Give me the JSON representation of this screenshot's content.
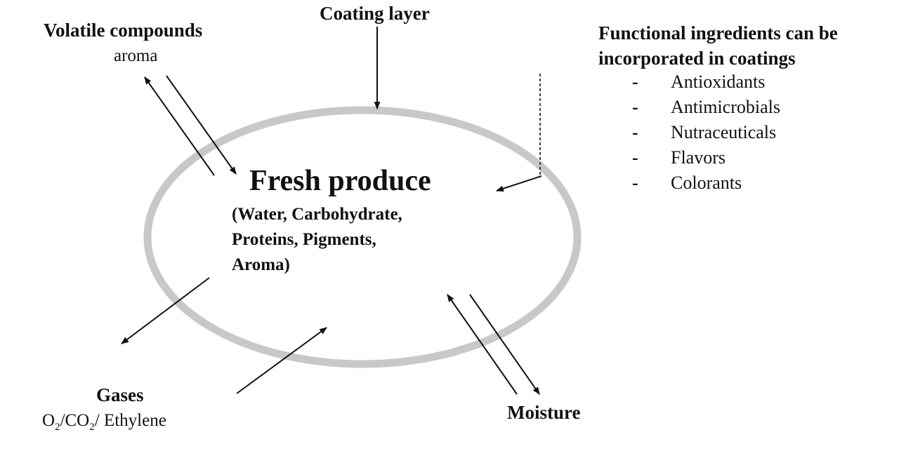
{
  "volatile": {
    "title": "Volatile compounds",
    "subtitle": "aroma"
  },
  "coating": {
    "title": "Coating layer"
  },
  "functional": {
    "title_line1": "Functional ingredients can be",
    "title_line2": "incorporated in coatings",
    "bullet": "-",
    "items": [
      "Antioxidants",
      "Antimicrobials",
      "Nutraceuticals",
      "Flavors",
      "Colorants"
    ]
  },
  "produce": {
    "title": "Fresh produce",
    "line1": "(Water, Carbohydrate,",
    "line2": "Proteins, Pigments,",
    "line3": "Aroma)"
  },
  "gases": {
    "title": "Gases",
    "formula_o": "O",
    "formula_sub1": "2",
    "formula_co": "/CO",
    "formula_sub2": "2",
    "formula_rest": "/ Ethylene"
  },
  "moisture": {
    "title": "Moisture"
  },
  "colors": {
    "ellipse_stroke": "#c8c8c8",
    "text": "#111111",
    "arrow": "#111111"
  }
}
